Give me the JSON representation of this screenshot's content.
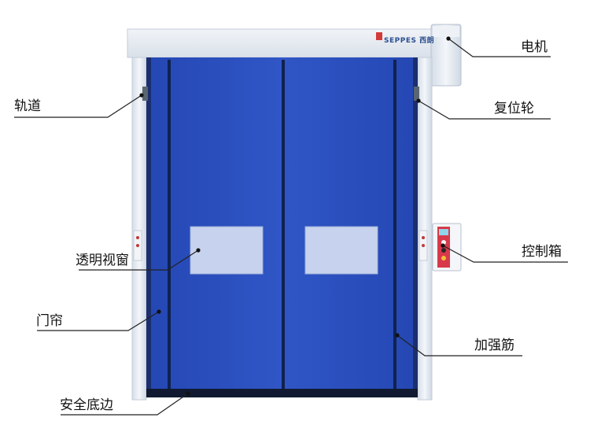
{
  "brand": {
    "name": "SEPPES 西朗"
  },
  "labels": {
    "motor": "电机",
    "track": "轨道",
    "reset_wheel": "复位轮",
    "window": "透明视窗",
    "control_box": "控制箱",
    "curtain": "门帘",
    "stiffener": "加强筋",
    "safety_edge": "安全底边"
  },
  "colors": {
    "curtain_blue": "#2a4fbe",
    "frame": "#e7edf4",
    "control_box_red": "#d8394a",
    "window": "#c7d3ee"
  }
}
